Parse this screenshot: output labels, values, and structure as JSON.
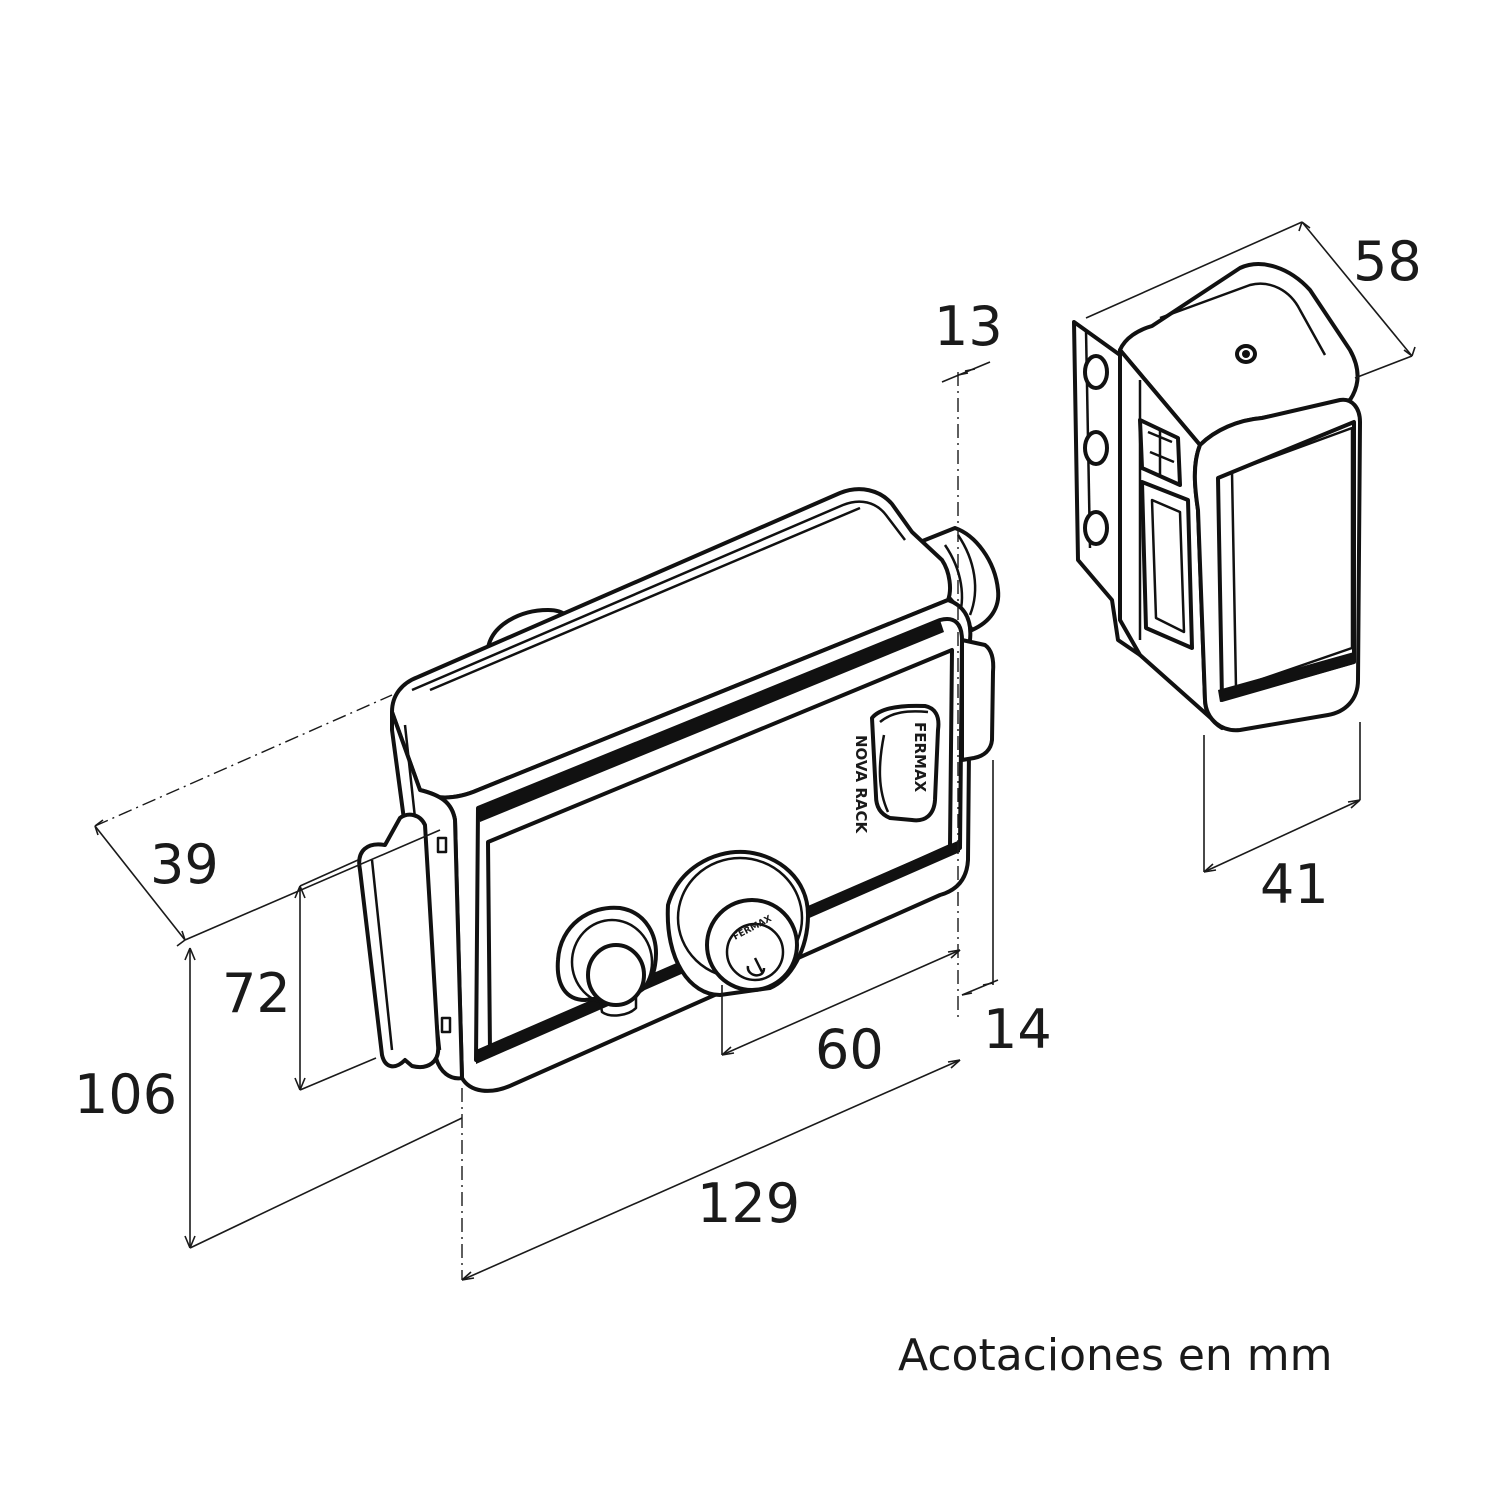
{
  "dimensions": {
    "d39": "39",
    "d72": "72",
    "d106": "106",
    "d60": "60",
    "d14": "14",
    "d129": "129",
    "d13": "13",
    "d58": "58",
    "d41": "41"
  },
  "caption": "Acotaciones en mm",
  "brand": {
    "logo_text": "FERMAX",
    "model_text": "NOVA RACK",
    "cylinder_text": "FERMAX"
  }
}
